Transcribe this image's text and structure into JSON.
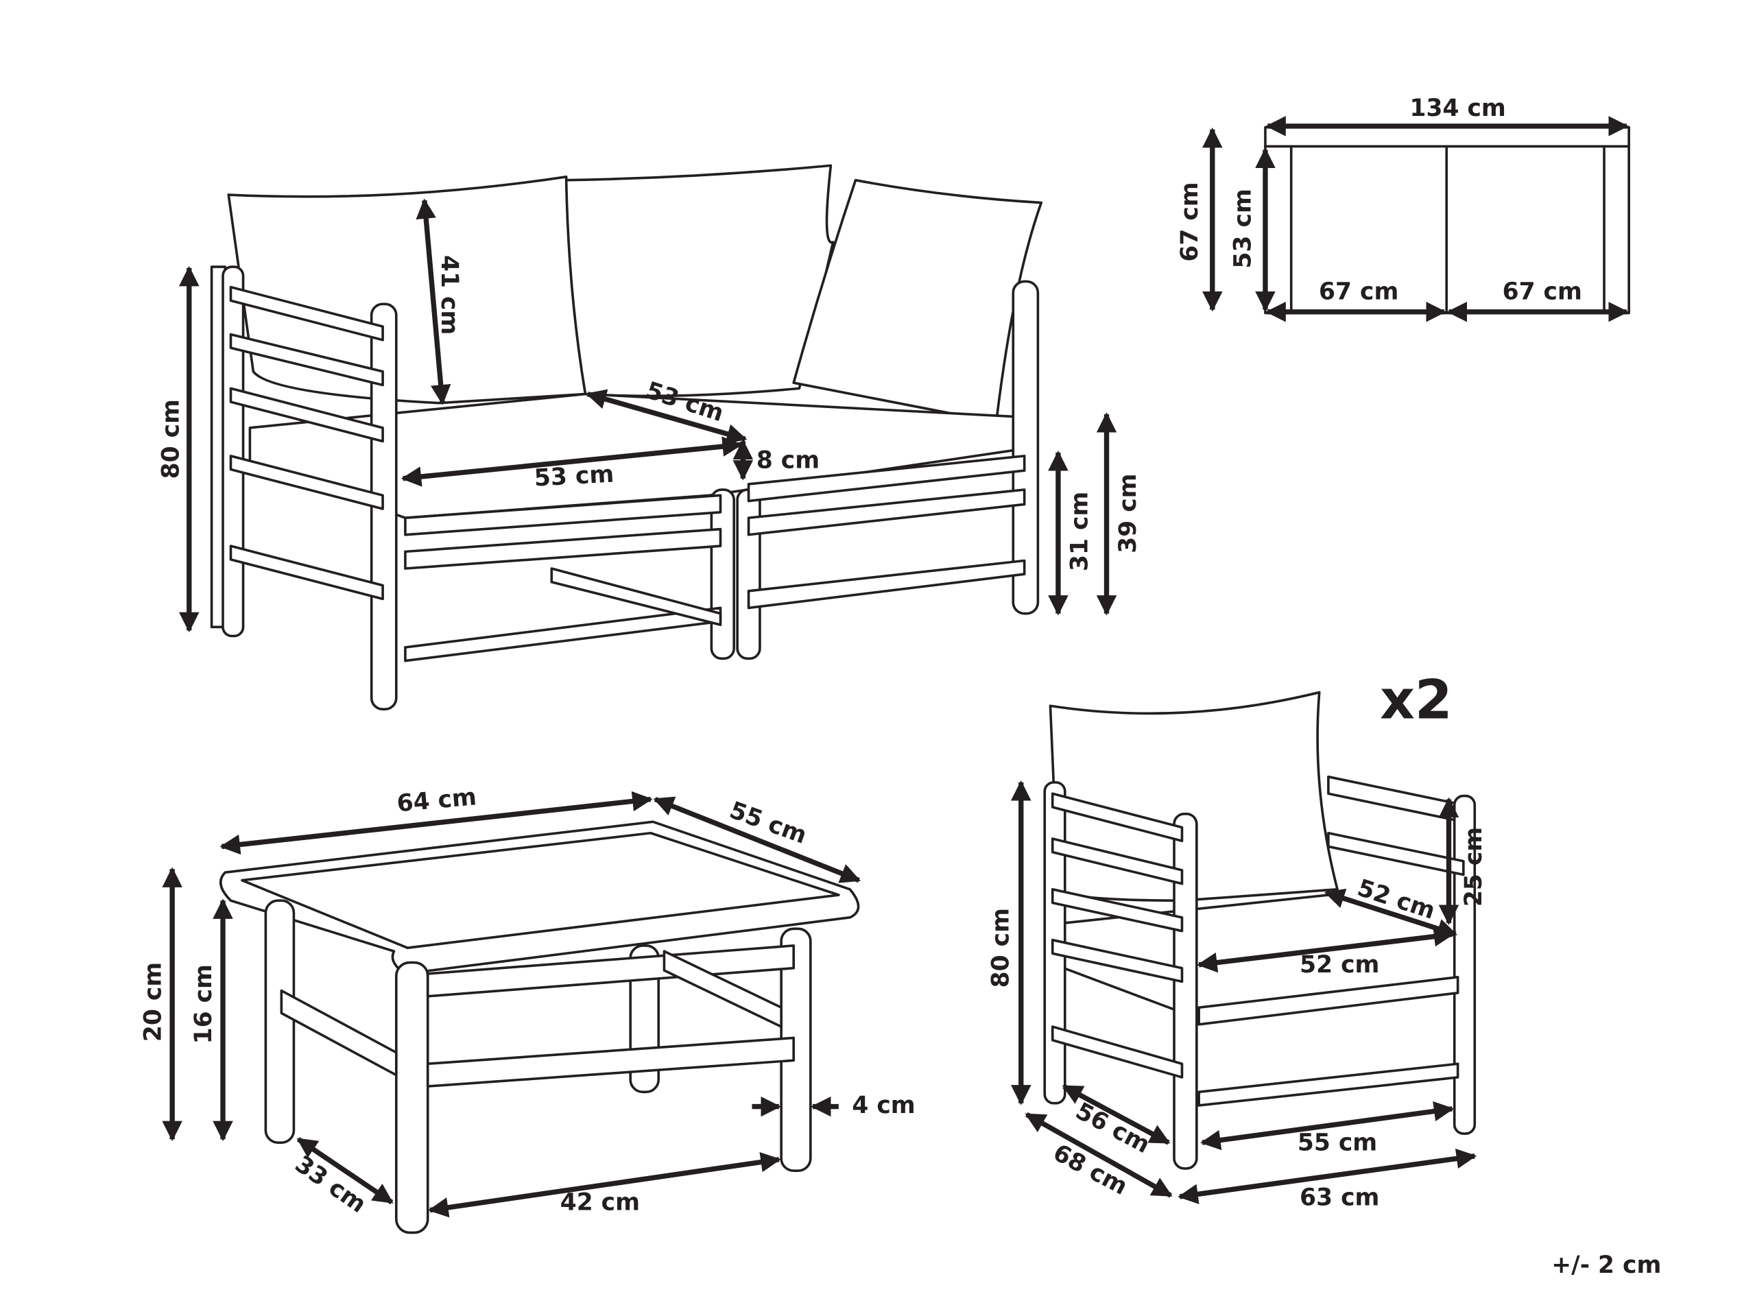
{
  "colors": {
    "line": "#231f20",
    "background": "#ffffff"
  },
  "sofa": {
    "back_cushion_height": "41 cm",
    "total_height": "80 cm",
    "seat_depth": "53 cm",
    "seat_width": "53 cm",
    "cushion_thickness": "8 cm",
    "seat_frame_height": "31 cm",
    "seat_height": "39 cm"
  },
  "top_view": {
    "total_width": "134 cm",
    "total_depth": "67 cm",
    "seat_depth": "53 cm",
    "module_width_left": "67 cm",
    "module_width_right": "67 cm"
  },
  "armchair": {
    "quantity": "x2",
    "total_height": "80 cm",
    "arm_height": "25 cm",
    "seat_depth": "52 cm",
    "seat_width": "52 cm",
    "inner_depth": "56 cm",
    "inner_width": "55 cm",
    "total_depth": "68 cm",
    "total_width": "63 cm"
  },
  "table": {
    "length": "64 cm",
    "width": "55 cm",
    "height": "20 cm",
    "inner_height": "16 cm",
    "leg_diameter": "4 cm",
    "inner_width": "33 cm",
    "inner_length": "42 cm"
  },
  "tolerance": "+/- 2 cm"
}
